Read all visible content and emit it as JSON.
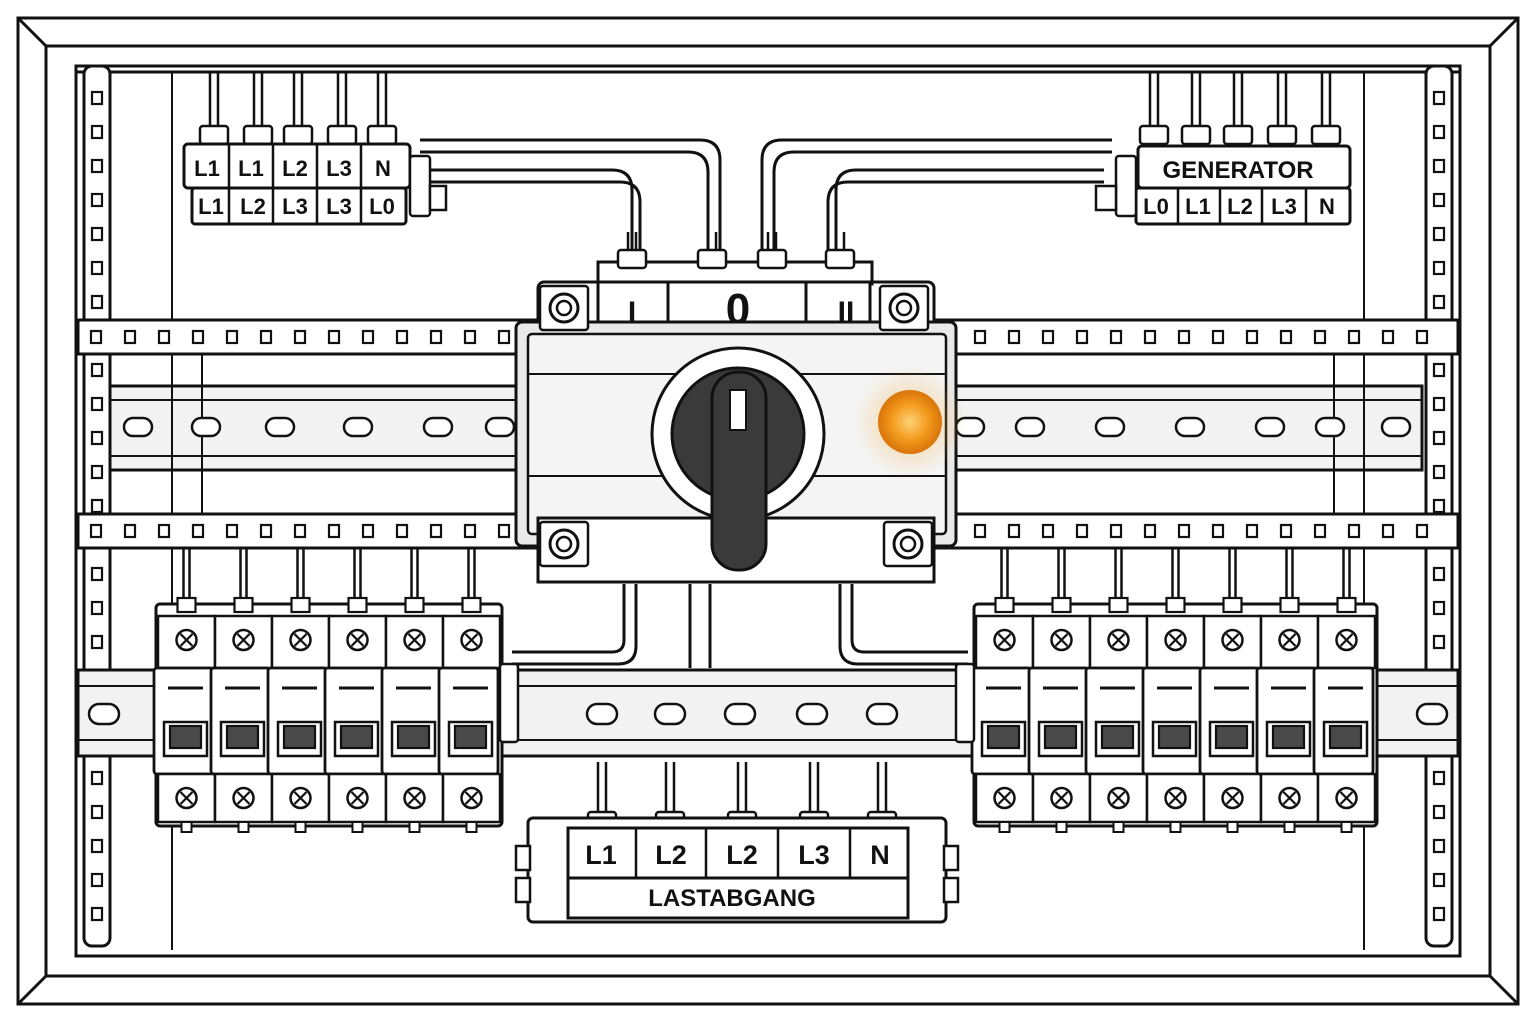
{
  "colors": {
    "ink": "#111111",
    "panel_fill": "#ffffff",
    "rail_fill": "#f2f2f2",
    "switch_fill": "#e9e9e9",
    "knob_dark": "#3a3a3a",
    "breaker_toggle": "#4a4a4a",
    "indicator_lamp": "#f39c1e"
  },
  "terminal_block_top_left": {
    "top_row": [
      "L1",
      "L1",
      "L2",
      "L3",
      "N"
    ],
    "bottom_row": [
      "L1",
      "L2",
      "L3",
      "L3",
      "L0"
    ]
  },
  "terminal_block_top_right": {
    "label": "GENERATOR",
    "bottom_row": [
      "L0",
      "L1",
      "L2",
      "L3",
      "N"
    ]
  },
  "changeover_switch": {
    "position_labels": [
      "I",
      "0",
      "II"
    ],
    "indicator_lamp": "on"
  },
  "breaker_groups": {
    "left_count": 6,
    "right_count": 7
  },
  "load_output_block": {
    "label": "LASTABGANG",
    "terminals": [
      "L1",
      "L2",
      "L2",
      "L3",
      "N"
    ]
  },
  "icons": [
    "screw-icon",
    "rotary-knob-icon",
    "indicator-lamp-icon",
    "din-rail-icon",
    "circuit-breaker-icon"
  ]
}
